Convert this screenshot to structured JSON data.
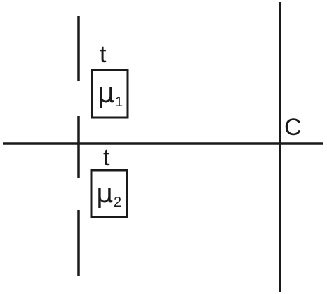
{
  "diagram": {
    "upper_plate_thickness_label": "t",
    "lower_plate_thickness_label": "t",
    "upper_medium": {
      "symbol": "μ",
      "subscript": "1"
    },
    "lower_medium": {
      "symbol": "μ",
      "subscript": "2"
    },
    "right_line_label": "C"
  },
  "colors": {
    "stroke": "#1a1a1a",
    "background": "#ffffff"
  }
}
